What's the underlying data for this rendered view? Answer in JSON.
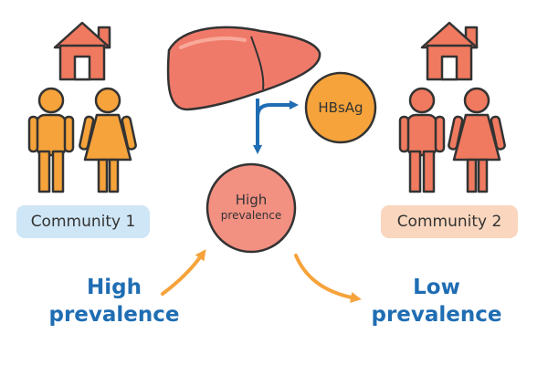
{
  "communities": {
    "left_label": "Community 1",
    "right_label": "Community 2",
    "left_prevalence": [
      "High",
      "prevalence"
    ],
    "right_prevalence": [
      "Low",
      "prevalence"
    ]
  },
  "center_circle": {
    "line1": "High",
    "line2": "prevalence"
  },
  "antigen": {
    "label": "HBsAg"
  },
  "colors": {
    "house": "#f07a5f",
    "person_left": "#f6a33b",
    "person_right": "#f07a5f",
    "liver": "#f07a6a",
    "center_circle": "#f29082",
    "hbsag_circle": "#f6a33b",
    "arrow_blue": "#1f6db3",
    "arrow_orange": "#f6a33b",
    "community1_bg": "#cfe6f6",
    "community2_bg": "#f9d6bd",
    "text_blue": "#1f6db3"
  },
  "icons": [
    "house-icon",
    "man-icon",
    "woman-icon",
    "liver-icon",
    "arrow-icon"
  ]
}
